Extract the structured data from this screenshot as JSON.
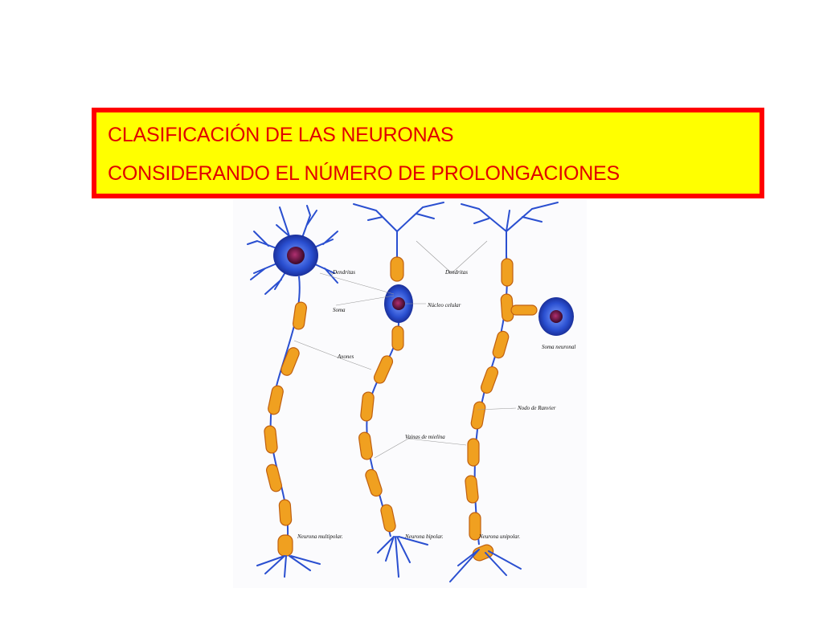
{
  "title": {
    "line1": "CLASIFICACIÓN DE LAS NEURONAS",
    "line2": "CONSIDERANDO EL NÚMERO DE PROLONGACIONES"
  },
  "figure": {
    "labels": {
      "dendritas_1": "Dendritas",
      "dendritas_2": "Dendritas",
      "soma": "Soma",
      "nucleo": "Núcleo celular",
      "axones": "Axones",
      "soma_neuronal": "Soma neuronal",
      "nodo_ranvier": "Nodo de Ranvier",
      "vainas": "Vainas de mielina",
      "multipolar": "Neurona multipolar.",
      "bipolar": "Neurona bipolar.",
      "unipolar": "Neurona unipolar."
    },
    "colors": {
      "title_border": "#ff0000",
      "title_fill": "#ffff00",
      "title_text": "#e00000",
      "myelin": "#f0a020",
      "myelin_edge": "#c06010",
      "neuron_blue": "#2a4fd0",
      "nucleus": "#5a1040"
    }
  }
}
